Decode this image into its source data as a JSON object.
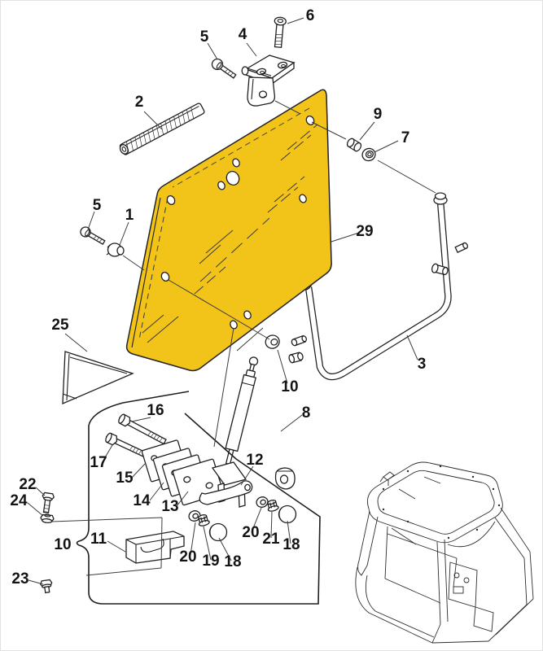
{
  "diagram": {
    "type": "exploded-parts-diagram",
    "background": "#ffffff",
    "line_color": "#1f1f1f",
    "highlight_color": "#F2C318",
    "highlighted_part": "29",
    "callouts": [
      {
        "text": "6"
      },
      {
        "text": "5"
      },
      {
        "text": "4"
      },
      {
        "text": "2"
      },
      {
        "text": "9"
      },
      {
        "text": "7"
      },
      {
        "text": "5"
      },
      {
        "text": "1"
      },
      {
        "text": "29"
      },
      {
        "text": "3"
      },
      {
        "text": "25"
      },
      {
        "text": "10"
      },
      {
        "text": "8"
      },
      {
        "text": "16"
      },
      {
        "text": "17"
      },
      {
        "text": "15"
      },
      {
        "text": "14"
      },
      {
        "text": "13"
      },
      {
        "text": "12"
      },
      {
        "text": "22"
      },
      {
        "text": "24"
      },
      {
        "text": "10"
      },
      {
        "text": "11"
      },
      {
        "text": "20"
      },
      {
        "text": "19"
      },
      {
        "text": "18"
      },
      {
        "text": "20"
      },
      {
        "text": "21"
      },
      {
        "text": "18"
      },
      {
        "text": "23"
      }
    ]
  }
}
